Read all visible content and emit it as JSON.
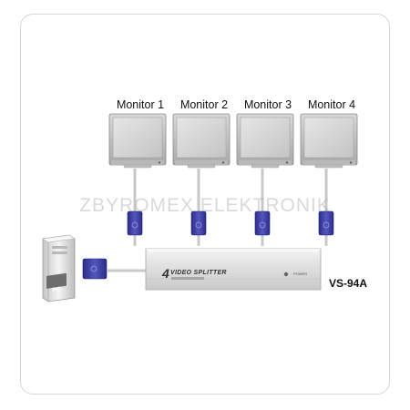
{
  "monitors": [
    {
      "label": "Monitor 1"
    },
    {
      "label": "Monitor 2"
    },
    {
      "label": "Monitor 3"
    },
    {
      "label": "Monitor 4"
    }
  ],
  "pc": {
    "label": "PC"
  },
  "splitter": {
    "number": "4",
    "text": "VIDEO SPLITTER",
    "power_label": "POWER",
    "model": "VS-94A"
  },
  "watermark": "ZBYROMEX ELEKTRONIK",
  "colors": {
    "connector": "#3d3fa0",
    "cable": "#c8c8c8",
    "device_body": "#dcdcdc",
    "frame": "#d6d6d6"
  }
}
